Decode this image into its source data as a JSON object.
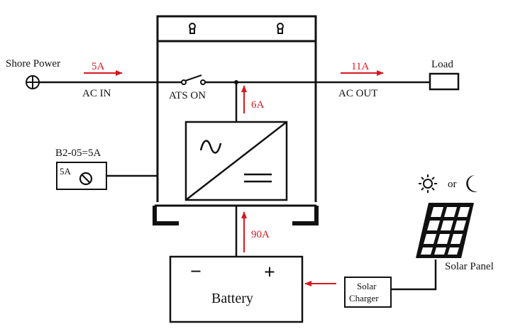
{
  "labels": {
    "shore_power": "Shore Power",
    "ac_in": "AC IN",
    "ac_in_current": "5A",
    "ats": "ATS ON",
    "inverter_current": "6A",
    "ac_out": "AC OUT",
    "ac_out_current": "11A",
    "load": "Load",
    "setting": "B2-05=5A",
    "knob": "5A",
    "battery_current": "90A",
    "battery": "Battery",
    "battery_minus": "−",
    "battery_plus": "+",
    "solar_charger_line1": "Solar",
    "solar_charger_line2": "Charger",
    "solar_panel": "Solar Panel",
    "or": "or"
  },
  "colors": {
    "line": "#111111",
    "accent": "#d71920"
  },
  "icons": [
    "plug-icon",
    "knob-icon",
    "sun-icon",
    "moon-icon",
    "solar-panel-icon",
    "switch-icon",
    "inverter-icon"
  ]
}
